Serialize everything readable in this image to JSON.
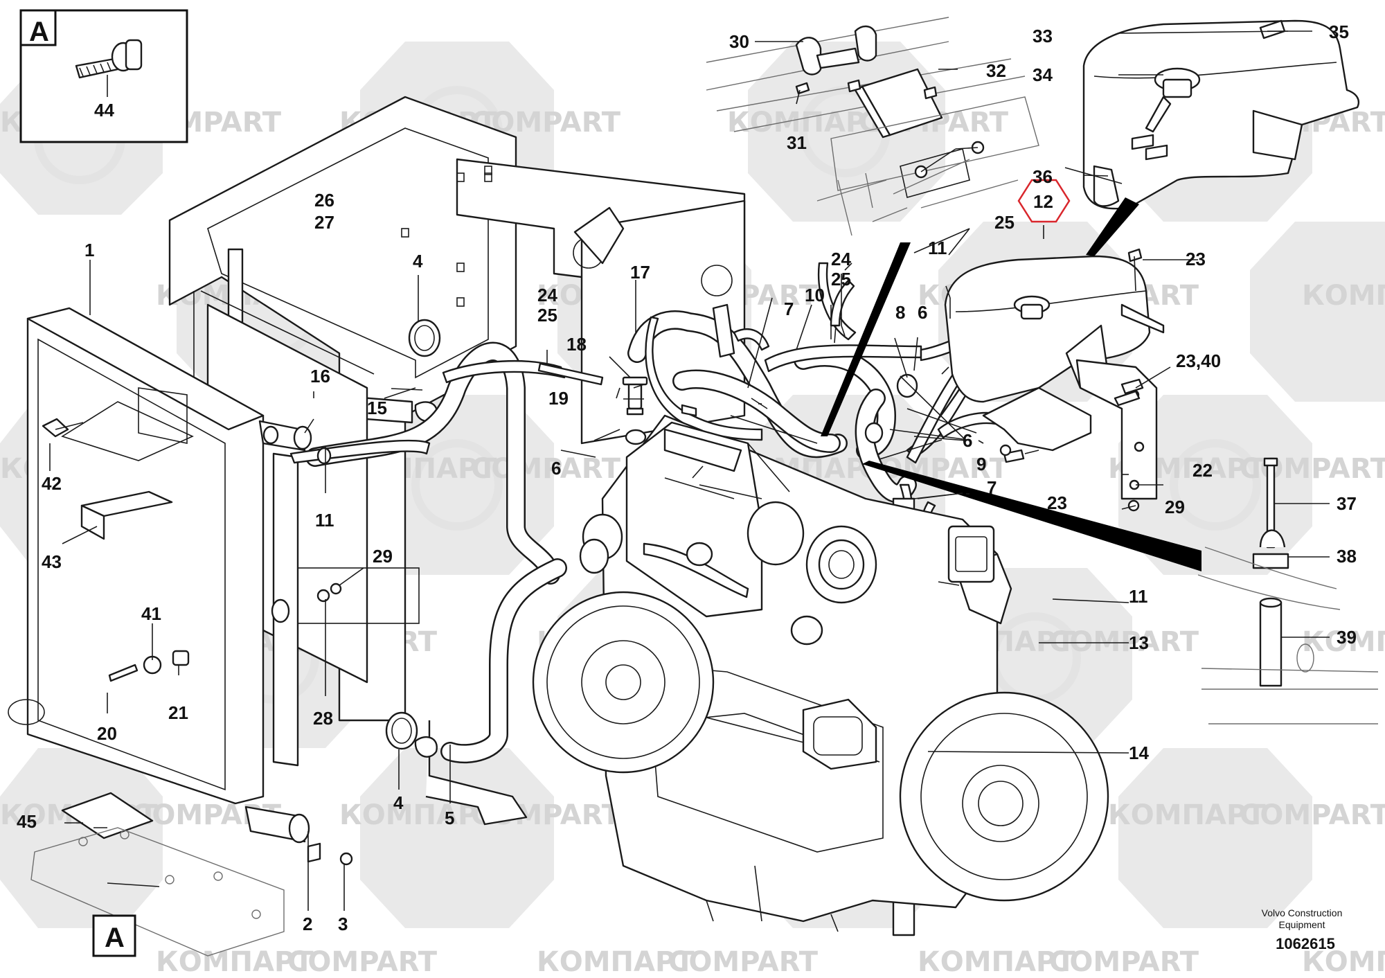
{
  "diagram": {
    "detail_view_label": "A",
    "detail_marker_label": "A",
    "highlighted_callout": "12",
    "highlight_color": "#d9262c",
    "watermarks": [
      "КОМПАРТ",
      "COMPART"
    ],
    "callouts": {
      "c1": "1",
      "c2": "2",
      "c3": "3",
      "c4a": "4",
      "c4b": "4",
      "c5": "5",
      "c6a": "6",
      "c6b": "6",
      "c6c": "6",
      "c7a": "7",
      "c7b": "7",
      "c8": "8",
      "c9": "9",
      "c10": "10",
      "c11a": "11",
      "c11b": "11",
      "c11c": "11",
      "c12": "12",
      "c13": "13",
      "c14": "14",
      "c15": "15",
      "c16": "16",
      "c17": "17",
      "c18": "18",
      "c19": "19",
      "c20": "20",
      "c21": "21",
      "c22": "22",
      "c23a": "23",
      "c23b": "23",
      "c23_40": "23,40",
      "c24a": "24",
      "c25a": "25",
      "c24b": "24",
      "c25b": "25",
      "c25c": "25",
      "c26": "26",
      "c27": "27",
      "c28": "28",
      "c29a": "29",
      "c29b": "29",
      "c30": "30",
      "c31": "31",
      "c32": "32",
      "c33": "33",
      "c34": "34",
      "c35": "35",
      "c36": "36",
      "c37": "37",
      "c38": "38",
      "c39": "39",
      "c41": "41",
      "c42": "42",
      "c43": "43",
      "c44": "44",
      "c45": "45"
    }
  },
  "footer": {
    "maker_line1": "Volvo Construction",
    "maker_line2": "Equipment",
    "drawing_number": "1062615"
  }
}
